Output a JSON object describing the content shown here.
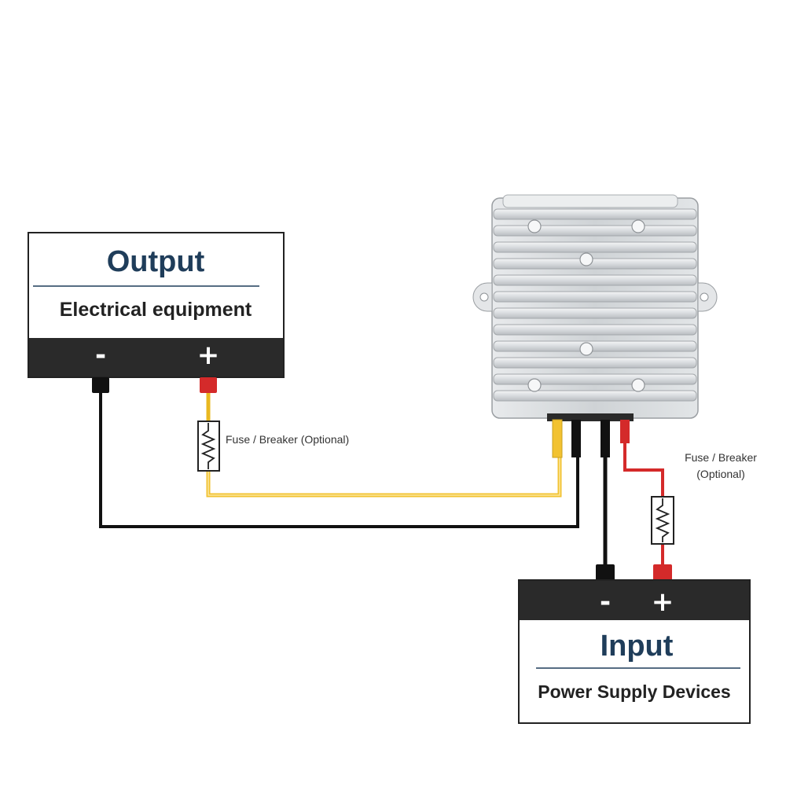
{
  "output_box": {
    "title": "Output",
    "subtitle": "Electrical equipment",
    "minus": "-",
    "plus": "+"
  },
  "input_box": {
    "title": "Input",
    "subtitle": "Power Supply Devices",
    "minus": "-",
    "plus": "+"
  },
  "fuse_output": {
    "label": "Fuse / Breaker (Optional)"
  },
  "fuse_input": {
    "label_line1": "Fuse / Breaker",
    "label_line2": "(Optional)"
  },
  "colors": {
    "dark_bar": "#2a2a2a",
    "wire_black": "#111111",
    "wire_yellow": "#f2c230",
    "wire_red": "#d42a2a",
    "title_blue": "#1f3d5a",
    "heatsink": "#d9dcdf"
  },
  "icons": {
    "converter": "dc-dc-converter-icon",
    "fuse": "fuse-icon"
  }
}
